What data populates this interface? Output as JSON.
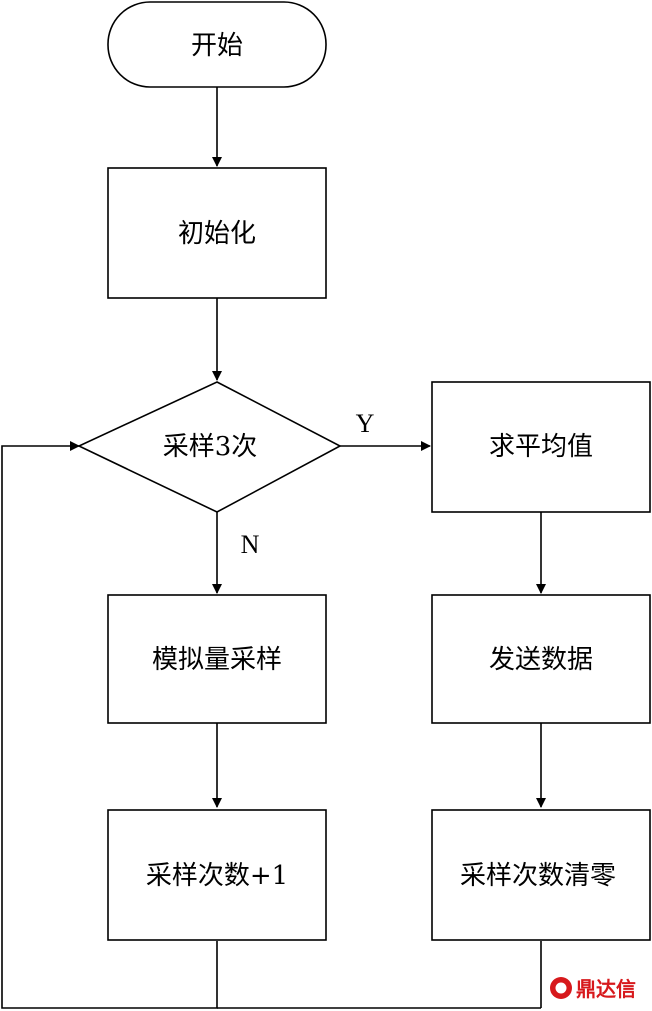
{
  "flowchart": {
    "nodes": {
      "start": "开始",
      "init": "初始化",
      "decision": "采样3次",
      "average": "求平均值",
      "analog_sample": "模拟量采样",
      "send_data": "发送数据",
      "count_increment": "采样次数+1",
      "count_reset": "采样次数清零"
    },
    "edge_labels": {
      "yes": "Y",
      "no": "N"
    }
  },
  "watermark": {
    "text": "鼎达信",
    "color": "#d7191c"
  }
}
